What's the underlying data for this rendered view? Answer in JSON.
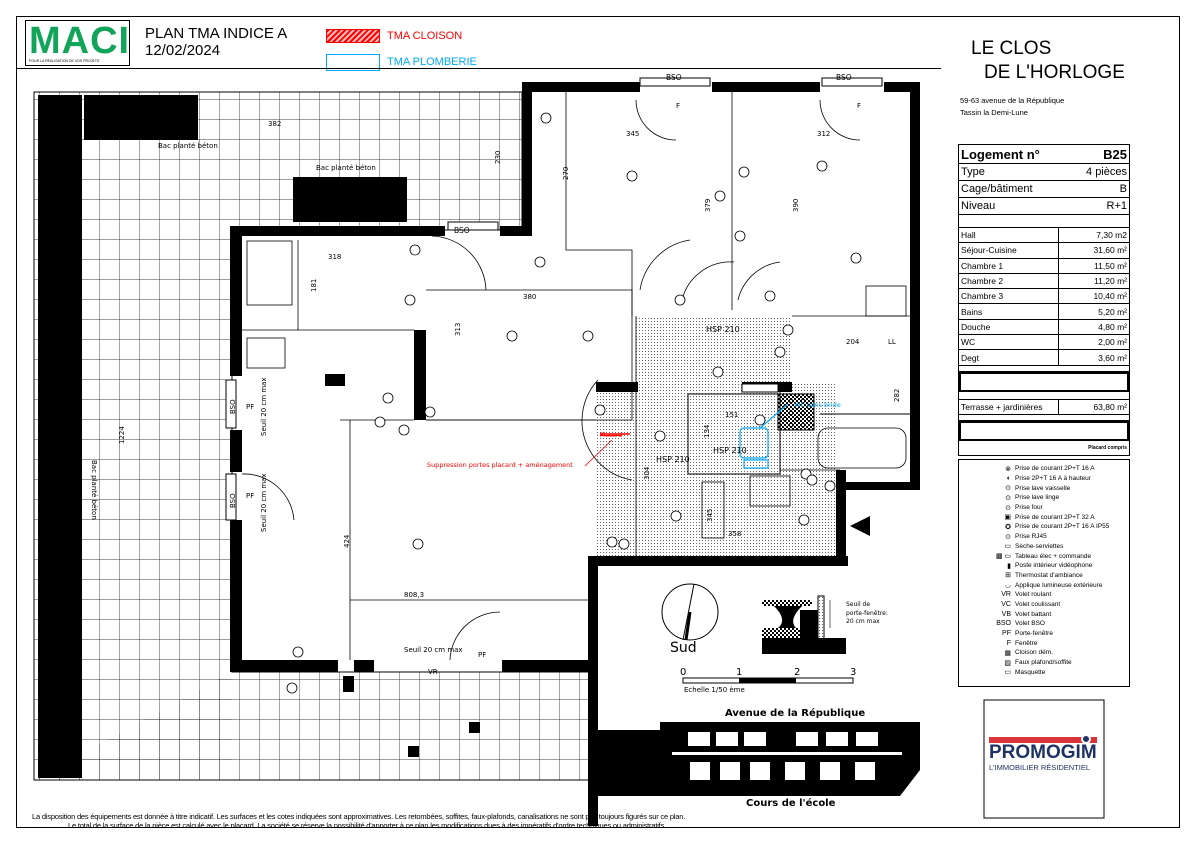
{
  "header": {
    "logo": "MACI",
    "logo_tagline": "POUR LA RÉALISATION DE VOS PROJETS",
    "title": "PLAN TMA INDICE A",
    "date": "12/02/2024",
    "legend_tma": [
      {
        "label": "TMA CLOISON",
        "color": "#ff0000"
      },
      {
        "label": "TMA PLOMBERIE",
        "color": "#00aaff"
      }
    ]
  },
  "project": {
    "name_line1": "LE CLOS",
    "name_line2": "DE L'HORLOGE",
    "address": "59-63 avenue de la République",
    "city": "Tassin la Demi-Lune"
  },
  "info": {
    "logement_label": "Logement n°",
    "logement": "B25",
    "type_label": "Type",
    "type": "4 pièces",
    "cage_label": "Cage/bâtiment",
    "cage": "B",
    "niveau_label": "Niveau",
    "niveau": "R+1",
    "rooms": [
      {
        "name": "Hall",
        "area": "7,30 m2"
      },
      {
        "name": "Séjour-Cuisine",
        "area": "31,60 m²"
      },
      {
        "name": "Chambre 1",
        "area": "11,50 m²"
      },
      {
        "name": "Chambre 2",
        "area": "11,20 m²"
      },
      {
        "name": "Chambre 3",
        "area": "10,40 m²"
      },
      {
        "name": "Bains",
        "area": "5,20 m²"
      },
      {
        "name": "Douche",
        "area": "4,80 m²"
      },
      {
        "name": "WC",
        "area": "2,00 m²"
      },
      {
        "name": "Degt",
        "area": "3,60 m²"
      }
    ],
    "terrasse_label": "Terrasse + jardinières",
    "terrasse": "63,80 m²",
    "note": "Placard compris"
  },
  "legend": [
    {
      "sym": "⊗",
      "label": "Prise de courant 2P+T 16 A"
    },
    {
      "sym": "◐",
      "label": "Prise 2P+T 16 A à hauteur"
    },
    {
      "sym": "⊙",
      "label": "Prise lave vaisselle"
    },
    {
      "sym": "⊙",
      "label": "Prise lave linge"
    },
    {
      "sym": "⊙",
      "label": "Prise four"
    },
    {
      "sym": "▣",
      "label": "Prise de courant 2P+T 32 A"
    },
    {
      "sym": "✪",
      "label": "Prise de courant 2P+T 16 A IP55"
    },
    {
      "sym": "⊙",
      "label": "Prise RJ45"
    },
    {
      "sym": "▭",
      "label": "Sèche-serviettes"
    },
    {
      "sym": "▩ ▭",
      "label": "Tableau élec + commande"
    },
    {
      "sym": "▮",
      "label": "Poste intérieur vidéophone"
    },
    {
      "sym": "⊞",
      "label": "Thermostat d'ambiance"
    },
    {
      "sym": "◡",
      "label": "Applique lumineuse extérieure"
    },
    {
      "sym": "VR",
      "label": "Volet roulant"
    },
    {
      "sym": "VC",
      "label": "Volet coulissant"
    },
    {
      "sym": "VB",
      "label": "Volet battant"
    },
    {
      "sym": "BSO",
      "label": "Volet BSO"
    },
    {
      "sym": "PF",
      "label": "Porte-fenêtre"
    },
    {
      "sym": "F",
      "label": "Fenêtre"
    },
    {
      "sym": "▦",
      "label": "Cloison dém."
    },
    {
      "sym": "▨",
      "label": "Faux plafond/soffite"
    },
    {
      "sym": "▭",
      "label": "Masquette"
    }
  ],
  "plan": {
    "bac1": "Bac planté béton",
    "bac2": "Bac planté béton",
    "bac3": "Bac planté béton",
    "dims": {
      "d382": "382",
      "d345": "345",
      "d312": "312",
      "d270": "270",
      "d379": "379",
      "d390": "390",
      "d230": "230",
      "d318": "318",
      "d181": "181",
      "d313": "313",
      "d380": "380",
      "d204": "204",
      "d282": "282",
      "d151": "151",
      "d134": "134",
      "d304": "304",
      "d345b": "345",
      "d358": "358",
      "d424": "424",
      "d808": "808,3",
      "d1224": "1224"
    },
    "bso": "BSO",
    "pf": "PF",
    "f": "F",
    "vr": "VR",
    "ll": "LL",
    "hsp": "HSP 210",
    "seuil": "Seuil 20 cm max",
    "placard": "Placard",
    "suppression": "Suppression portes placard + aménagement",
    "wc": "WC sans bride"
  },
  "compass": {
    "label": "Sud"
  },
  "scale": {
    "ticks": [
      "0",
      "1",
      "2",
      "3"
    ],
    "label": "Echelle 1/50 ème"
  },
  "sill": {
    "label1": "Seuil de",
    "label2": "porte-fenêtre:",
    "label3": "20 cm max"
  },
  "situation": {
    "street": "Avenue de la République",
    "court": "Cours de l'école"
  },
  "promoter": {
    "name": "PROMOGIM",
    "tagline": "L'IMMOBILIER RÉSIDENTIEL"
  },
  "footer": {
    "line1": "La disposition des équipements est donnée à titre indicatif. Les surfaces et les cotes indiquées sont approximatives. Les retombées, soffites, faux-plafonds, canalisations ne sont pas toujours figurés sur ce plan.",
    "line2": "Le total de la surface de la pièce est calculé avec le placard. La société se réserve la possibilité d'apporter à ce plan les modifications dues à des impératifs d'ordre techniques ou administratifs."
  }
}
